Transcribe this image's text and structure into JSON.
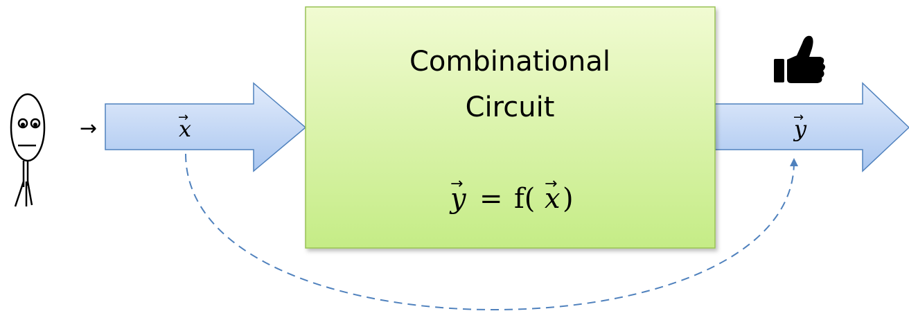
{
  "input": {
    "vector_label": "x",
    "vector_arrow": "⃗",
    "entry_arrow": "→"
  },
  "box": {
    "title_line1": "Combinational",
    "title_line2": "Circuit",
    "equation_lhs": "y",
    "equation_eq": "=",
    "equation_func": "f(",
    "equation_arg": "x",
    "equation_close": ")"
  },
  "output": {
    "vector_label": "y"
  },
  "colors": {
    "arrow_fill": "#c9dcf7",
    "arrow_stroke": "#4f81bd",
    "box_fill_top": "#f1fbd2",
    "box_fill_bottom": "#c5ec86",
    "box_stroke": "#98c255",
    "dashed": "#4f81bd"
  },
  "icons": {
    "person": "stick-figure-icon",
    "approval": "thumbs-up-icon"
  }
}
